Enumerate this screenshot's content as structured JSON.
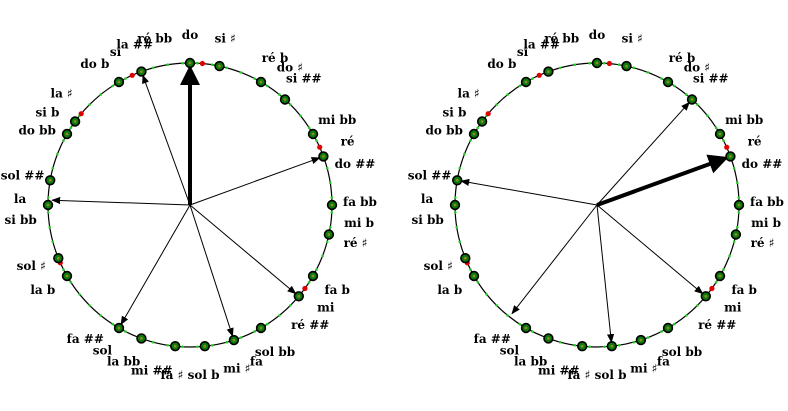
{
  "colors": {
    "background": "#ffffff",
    "circle_stroke": "#000000",
    "marker_fill": "#0b7a0b",
    "marker_ring": "#000000",
    "marker_core": "#8a8a2a",
    "red_marker": "#e00000",
    "green_tick": "#22cc22",
    "arrow": "#000000"
  },
  "diagrams": [
    {
      "note_labels": [
        {
          "text": "do",
          "angle_deg": 0
        },
        {
          "text": "si ♯",
          "angle_deg": 12
        },
        {
          "text": "ré bb",
          "angle_deg": -12
        },
        {
          "text": "ré b",
          "angle_deg": 30
        },
        {
          "text": "do ♯",
          "angle_deg": 36
        },
        {
          "text": "si ##",
          "angle_deg": 42
        },
        {
          "text": "mi bb",
          "angle_deg": 60
        },
        {
          "text": "ré",
          "angle_deg": 68
        },
        {
          "text": "do ##",
          "angle_deg": 76
        },
        {
          "text": "fa bb",
          "angle_deg": 89
        },
        {
          "text": "mi b",
          "angle_deg": 96
        },
        {
          "text": "ré ♯",
          "angle_deg": 103
        },
        {
          "text": "fa b",
          "angle_deg": 120
        },
        {
          "text": "mi",
          "angle_deg": 127
        },
        {
          "text": "ré ##",
          "angle_deg": 135
        },
        {
          "text": "sol bb",
          "angle_deg": 150
        },
        {
          "text": "fa",
          "angle_deg": 157
        },
        {
          "text": "mi ♯",
          "angle_deg": 164
        },
        {
          "text": "fa ♯ sol b",
          "angle_deg": 180
        },
        {
          "text": "mi ##",
          "angle_deg": 193
        },
        {
          "text": "la bb",
          "angle_deg": 203
        },
        {
          "text": "sol",
          "angle_deg": 211
        },
        {
          "text": "fa ##",
          "angle_deg": 218
        },
        {
          "text": "la b",
          "angle_deg": 240
        },
        {
          "text": "sol ♯",
          "angle_deg": 249
        },
        {
          "text": "si bb",
          "angle_deg": 265
        },
        {
          "text": "la",
          "angle_deg": 272
        },
        {
          "text": "sol ##",
          "angle_deg": 280
        },
        {
          "text": "do bb",
          "angle_deg": 296
        },
        {
          "text": "si b",
          "angle_deg": 303
        },
        {
          "text": "la ♯",
          "angle_deg": 311
        },
        {
          "text": "do b",
          "angle_deg": 326
        },
        {
          "text": "si",
          "angle_deg": 334
        },
        {
          "text": "la ##",
          "angle_deg": 341
        }
      ],
      "markers": [
        0,
        12,
        30,
        42,
        60,
        70,
        90,
        102,
        120,
        130,
        150,
        162,
        174,
        186,
        200,
        210,
        240,
        248,
        270,
        280,
        300,
        306,
        330,
        340
      ],
      "red_markers": [
        5,
        66,
        126,
        186,
        246,
        310,
        336
      ],
      "thin_arrows": [
        340,
        70,
        130,
        162,
        210,
        272
      ],
      "thick_arrow": 0
    },
    {
      "note_labels": [
        {
          "text": "do",
          "angle_deg": 0
        },
        {
          "text": "si ♯",
          "angle_deg": 12
        },
        {
          "text": "ré bb",
          "angle_deg": -12
        },
        {
          "text": "ré b",
          "angle_deg": 30
        },
        {
          "text": "do ♯",
          "angle_deg": 36
        },
        {
          "text": "si ##",
          "angle_deg": 42
        },
        {
          "text": "mi bb",
          "angle_deg": 60
        },
        {
          "text": "ré",
          "angle_deg": 68
        },
        {
          "text": "do ##",
          "angle_deg": 76
        },
        {
          "text": "fa bb",
          "angle_deg": 89
        },
        {
          "text": "mi b",
          "angle_deg": 96
        },
        {
          "text": "ré ♯",
          "angle_deg": 103
        },
        {
          "text": "fa b",
          "angle_deg": 120
        },
        {
          "text": "mi",
          "angle_deg": 127
        },
        {
          "text": "ré ##",
          "angle_deg": 135
        },
        {
          "text": "sol bb",
          "angle_deg": 150
        },
        {
          "text": "fa",
          "angle_deg": 157
        },
        {
          "text": "mi ♯",
          "angle_deg": 164
        },
        {
          "text": "fa ♯ sol b",
          "angle_deg": 180
        },
        {
          "text": "mi ##",
          "angle_deg": 193
        },
        {
          "text": "la bb",
          "angle_deg": 203
        },
        {
          "text": "sol",
          "angle_deg": 211
        },
        {
          "text": "fa ##",
          "angle_deg": 218
        },
        {
          "text": "la b",
          "angle_deg": 240
        },
        {
          "text": "sol ♯",
          "angle_deg": 249
        },
        {
          "text": "si bb",
          "angle_deg": 265
        },
        {
          "text": "la",
          "angle_deg": 272
        },
        {
          "text": "sol ##",
          "angle_deg": 280
        },
        {
          "text": "do bb",
          "angle_deg": 296
        },
        {
          "text": "si b",
          "angle_deg": 303
        },
        {
          "text": "la ♯",
          "angle_deg": 311
        },
        {
          "text": "do b",
          "angle_deg": 326
        },
        {
          "text": "si",
          "angle_deg": 334
        },
        {
          "text": "la ##",
          "angle_deg": 341
        }
      ],
      "markers": [
        0,
        12,
        30,
        42,
        60,
        70,
        90,
        102,
        120,
        130,
        150,
        162,
        174,
        186,
        200,
        210,
        240,
        248,
        270,
        280,
        300,
        306,
        330,
        340
      ],
      "red_markers": [
        5,
        66,
        126,
        186,
        246,
        310,
        336
      ],
      "thin_arrows": [
        42,
        130,
        174,
        218,
        280
      ],
      "thick_arrow": 70
    }
  ]
}
